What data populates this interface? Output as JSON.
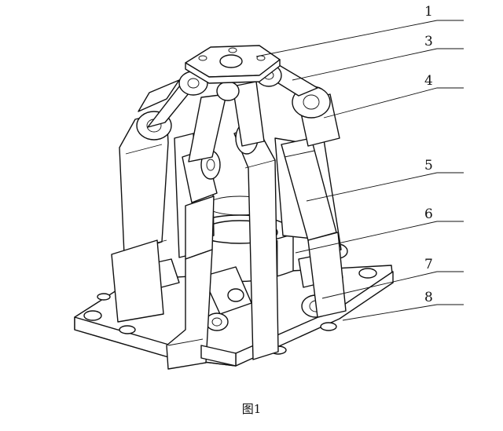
{
  "figure": {
    "caption": "图1",
    "callouts": [
      {
        "id": "1",
        "label": "1"
      },
      {
        "id": "3",
        "label": "3"
      },
      {
        "id": "4",
        "label": "4"
      },
      {
        "id": "5",
        "label": "5"
      },
      {
        "id": "6",
        "label": "6"
      },
      {
        "id": "7",
        "label": "7"
      },
      {
        "id": "8",
        "label": "8"
      }
    ]
  }
}
